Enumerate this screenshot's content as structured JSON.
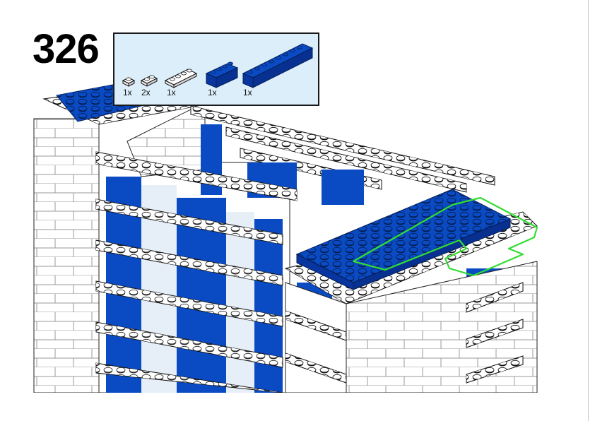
{
  "step": {
    "number": "326"
  },
  "parts": {
    "items": [
      {
        "name": "plate-1x1-white",
        "color": "#ffffff",
        "qty": "1x"
      },
      {
        "name": "plate-1x2-white",
        "color": "#ffffff",
        "qty": "2x"
      },
      {
        "name": "plate-1x4-white",
        "color": "#ffffff",
        "qty": "1x"
      },
      {
        "name": "brick-1x4-blue",
        "color": "#0a4bc4",
        "qty": "1x"
      },
      {
        "name": "brick-1x8-blue",
        "color": "#0a4bc4",
        "qty": "1x"
      }
    ]
  },
  "colors": {
    "brick_blue": "#0a4bc4",
    "brick_white": "#ffffff",
    "outline": "#111111",
    "highlight": "#33dd33",
    "callout_bg": "#dbeefa"
  }
}
